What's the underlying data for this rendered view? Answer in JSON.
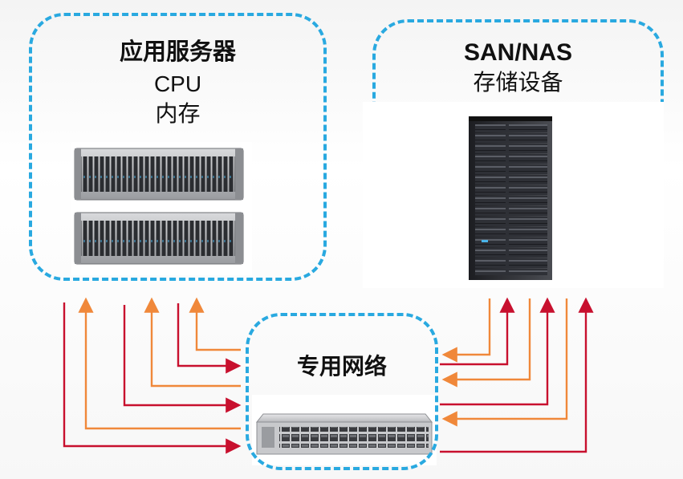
{
  "app_server": {
    "title": "应用服务器",
    "line1": "CPU",
    "line2": "内存"
  },
  "storage": {
    "title": "SAN/NAS",
    "subtitle": "存储设备"
  },
  "network": {
    "title": "专用网络"
  },
  "colors": {
    "dashed_border": "#29a9e0",
    "arrow_red": "#c8102e",
    "arrow_orange": "#f0883a"
  },
  "icons": [
    "rack-server-icon",
    "storage-cabinet-icon",
    "network-switch-icon"
  ]
}
